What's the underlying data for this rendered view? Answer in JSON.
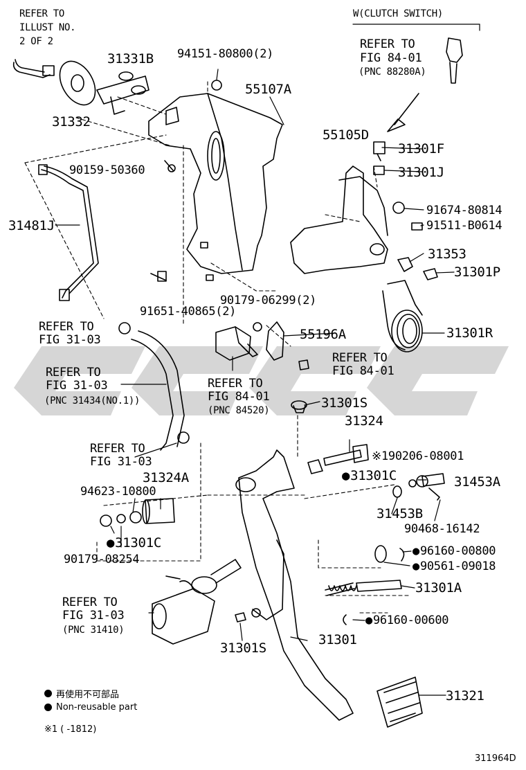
{
  "header": {
    "refer_illust": [
      "REFER TO",
      "ILLUST NO.",
      "2 OF 2"
    ],
    "clutch_switch": "W(CLUTCH SWITCH)",
    "refer_8401_top": [
      "REFER TO",
      "FIG 84-01"
    ],
    "pnc_88280a": "(PNC 88280A)"
  },
  "parts": {
    "p31331B": "31331B",
    "p94151": "94151-80800(2)",
    "p55107A": "55107A",
    "p31332": "31332",
    "p90159": "90159-50360",
    "p55105D": "55105D",
    "p31301F": "31301F",
    "p31301J": "31301J",
    "p91674": "91674-80814",
    "p91511": "91511-B0614",
    "p31481J": "31481J",
    "p31353": "31353",
    "p31301P": "31301P",
    "p91651": "91651-40865(2)",
    "p90179_06299": "90179-06299(2)",
    "p55196A": "55196A",
    "p31301R": "31301R",
    "p31301S_top": "31301S",
    "p31324": "31324",
    "p90206": "※190206-08001",
    "p31301C_right": "31301C",
    "p31453A": "31453A",
    "p31324A": "31324A",
    "p94623": "94623-10800",
    "p31453B": "31453B",
    "p90468": "90468-16142",
    "p31301C_left": "31301C",
    "p90179_08254": "90179-08254",
    "p96160_00800": "96160-00800",
    "p90561": "90561-09018",
    "p31301A": "31301A",
    "p96160_00600": "96160-00600",
    "p31301S_bottom": "31301S",
    "p31301": "31301",
    "p31321": "31321"
  },
  "refs": {
    "r3103_a": [
      "REFER TO",
      "FIG 31-03"
    ],
    "r3103_b": [
      "REFER TO",
      "FIG 31-03"
    ],
    "pnc_31434": "(PNC 31434(NO.1))",
    "r8401_mid": [
      "REFER TO",
      "FIG 84-01"
    ],
    "r8401_sw": [
      "REFER TO",
      "FIG 84-01"
    ],
    "pnc_84520": "(PNC 84520)",
    "r3103_c": [
      "REFER TO",
      "FIG 31-03"
    ],
    "r3103_d": [
      "REFER TO",
      "FIG 31-03"
    ],
    "pnc_31410": "(PNC 31410)"
  },
  "legend": {
    "jp": "再使用不可部品",
    "en": "Non-reusable part",
    "footnote": "※1 (    -1812)"
  },
  "diagram_id": "311964D",
  "watermark_color": "#cfcfcf"
}
